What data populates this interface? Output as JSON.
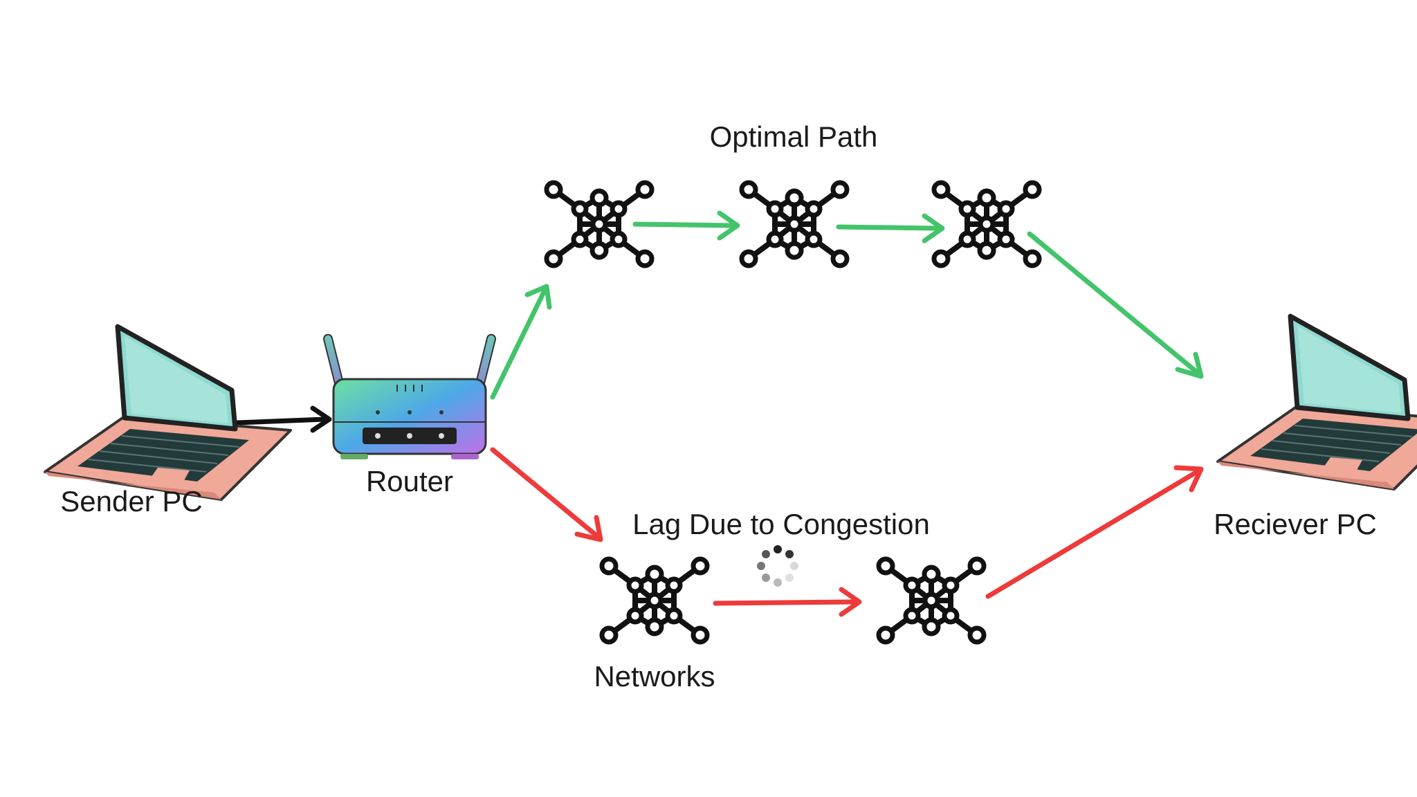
{
  "labels": {
    "sender": "Sender PC",
    "router": "Router",
    "optimal_path": "Optimal Path",
    "lag": "Lag Due to Congestion",
    "networks": "Networks",
    "receiver": "Reciever PC"
  },
  "icons": {
    "sender": "laptop-icon",
    "router": "wifi-router-icon",
    "network_node": "network-graph-icon",
    "loading": "loading-spinner-icon",
    "receiver": "laptop-icon"
  },
  "colors": {
    "optimal_arrow": "#43c46b",
    "lag_arrow": "#ee3a3a",
    "link_arrow": "#111111",
    "screen": "#8fd9d0",
    "laptop_body": "#f0a898"
  }
}
